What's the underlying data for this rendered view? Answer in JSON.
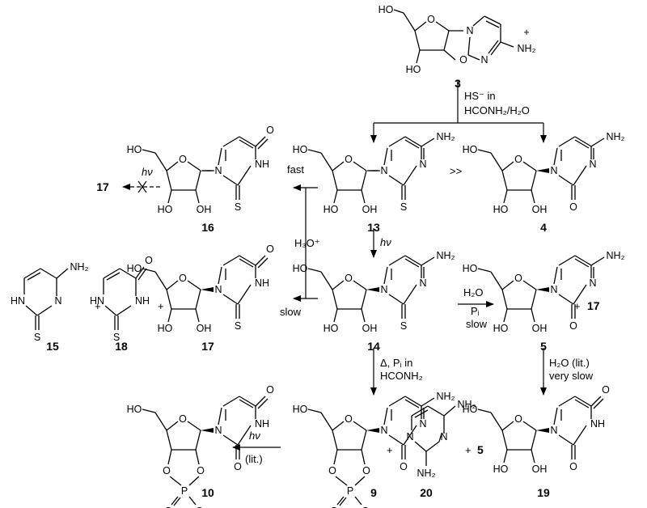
{
  "compounds": {
    "c3": "3",
    "c13": "13",
    "c4": "4",
    "c16": "16",
    "c17a": "17",
    "c17b": "17",
    "c14": "14",
    "c5": "5",
    "c15": "15",
    "c18": "18",
    "c9": "9",
    "c20": "20",
    "c10": "10",
    "c19": "19",
    "plus5": "5",
    "plus17": "17"
  },
  "conditions": {
    "hs_in": "HS⁻ in",
    "hconh2_h2o": "HCONH₂/H₂O",
    "much_greater": ">>",
    "fast": "fast",
    "slow": "slow",
    "h3o": "H₃O⁺",
    "hv": "hν",
    "h2o": "H₂O",
    "pi": "Pᵢ",
    "slow2": "slow",
    "delta_pi": "Δ, Pᵢ in",
    "hconh2": "HCONH₂",
    "h2o_lit": "H₂O (lit.)",
    "very_slow": "very slow",
    "lit": "(lit.)"
  },
  "plus_signs": [
    "+",
    "+",
    "+",
    "+",
    "+"
  ],
  "atoms": {
    "HO": "HO",
    "OH": "OH",
    "O": "O",
    "N": "N",
    "NH": "NH",
    "HN": "HN",
    "NH2": "NH₂",
    "S": "S",
    "P": "P",
    "Ominus": "O⁻",
    "NH2plus": "NH₂",
    "plus": "+"
  }
}
